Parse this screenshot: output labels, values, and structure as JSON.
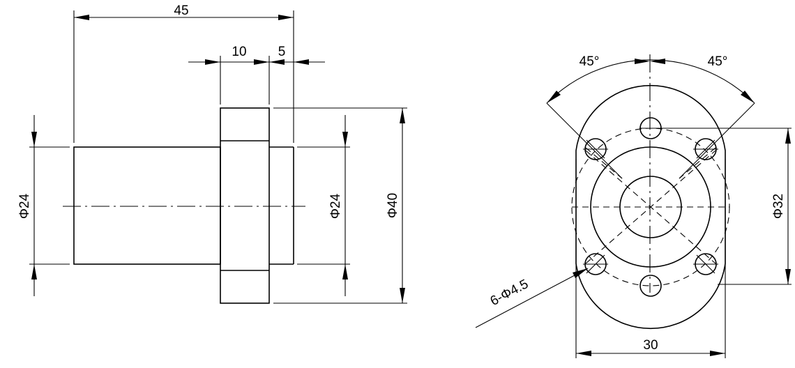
{
  "side_view": {
    "dim_length_total": "45",
    "dim_flange_thickness": "10",
    "dim_flange_offset": "5",
    "dim_body_diameter": "Φ24",
    "dim_bore_diameter": "Φ24",
    "dim_flange_diameter": "Φ40"
  },
  "front_view": {
    "angle_left": "45°",
    "angle_right": "45°",
    "hole_callout": "6-Φ4.5",
    "dim_bolt_circle": "Φ32",
    "dim_flat_width": "30"
  }
}
